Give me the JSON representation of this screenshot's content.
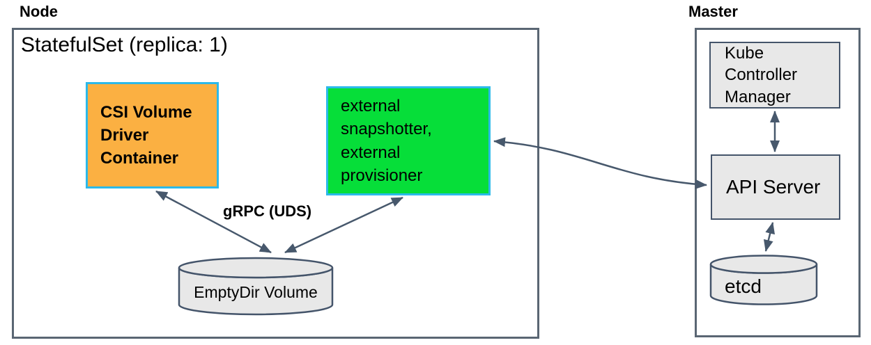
{
  "colors": {
    "csi_box_fill": "#FBB042",
    "sidecar_box_fill": "#06DE39",
    "colored_box_border": "#2CB9EA",
    "gray_fill": "#E8E8E8",
    "inner_border": "#44546A",
    "outer_border": "#5A6673",
    "arrow": "#47586C",
    "text": "#000000"
  },
  "node_group": {
    "title": "Node",
    "statefulset_title": "StatefulSet (replica: 1)",
    "csi_driver_box_text": "CSI Volume\nDriver\nContainer",
    "sidecar_box_text": "external\nsnapshotter,\nexternal\nprovisioner",
    "grpc_label": "gRPC (UDS)",
    "emptydir_label": "EmptyDir Volume"
  },
  "master_group": {
    "title": "Master",
    "kcm_box_text": "Kube\nController\nManager",
    "api_server_box_text": "API Server",
    "etcd_label": "etcd"
  }
}
